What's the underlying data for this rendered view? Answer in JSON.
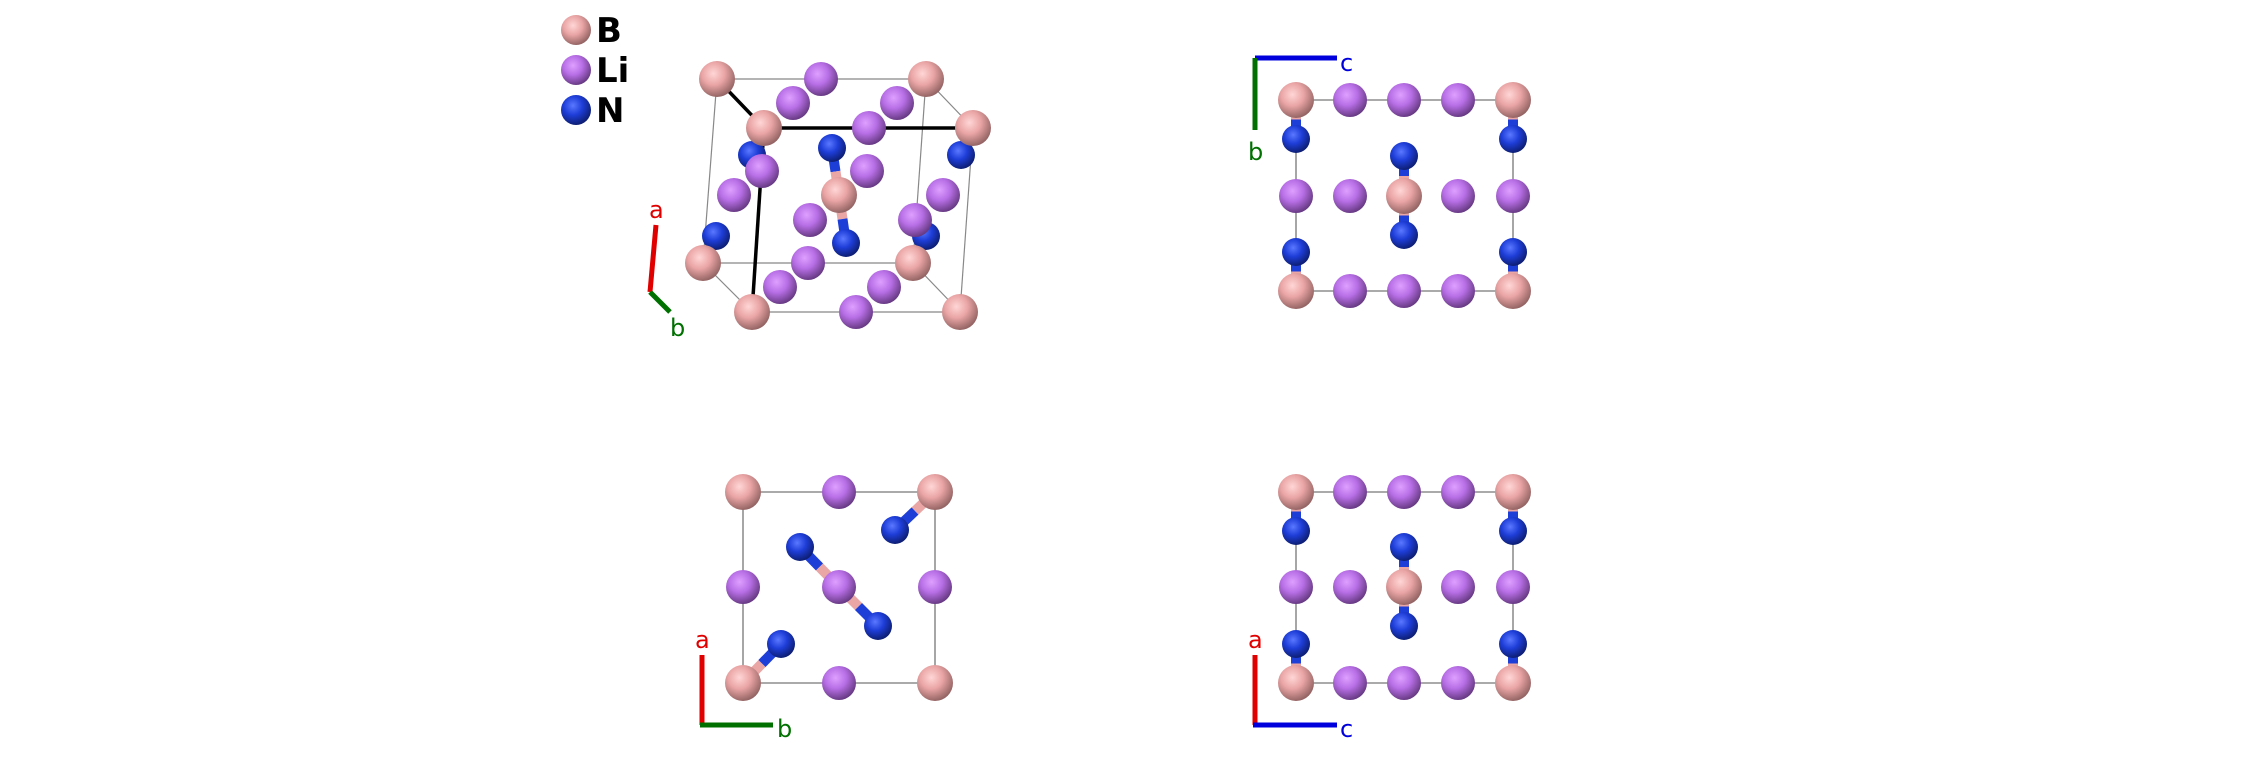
{
  "legend": {
    "items": [
      {
        "symbol": "B",
        "color": "#eaa5a5"
      },
      {
        "symbol": "Li",
        "color": "#b86fe6"
      },
      {
        "symbol": "N",
        "color": "#1e3ed8"
      }
    ]
  },
  "axes": {
    "a": {
      "label": "a",
      "color": "#e00000"
    },
    "b": {
      "label": "b",
      "color": "#007000"
    },
    "c": {
      "label": "c",
      "color": "#0000dd"
    }
  },
  "views": [
    {
      "name": "perspective",
      "axes": [
        "a",
        "b"
      ]
    },
    {
      "name": "along-a",
      "axes": [
        "c",
        "b"
      ]
    },
    {
      "name": "along-c",
      "axes": [
        "a",
        "b"
      ]
    },
    {
      "name": "along-b",
      "axes": [
        "a",
        "c"
      ]
    }
  ]
}
